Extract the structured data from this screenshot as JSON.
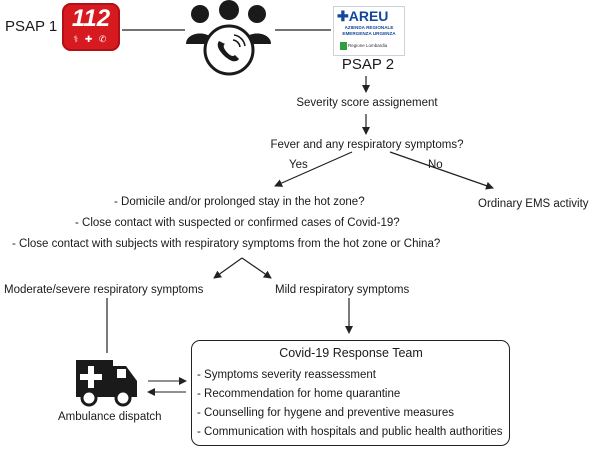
{
  "psap1": {
    "label": "PSAP 1",
    "logo": {
      "number": "112",
      "symbols": "⚕ ✚ ✆",
      "color": "#d71920"
    }
  },
  "psap2": {
    "label": "PSAP 2",
    "logo": {
      "brand": "✚AREU",
      "subtitle": "AZIENDA REGIONALE EMERGENZA URGENZA",
      "region": "Regione Lombardia",
      "color": "#12479b"
    }
  },
  "call_center_icon": "people-with-phone-icon",
  "flow": {
    "step1": "Severity score assignement",
    "question": "Fever and any respiratory symptoms?",
    "yes": "Yes",
    "no": "No",
    "no_outcome": "Ordinary EMS activity",
    "criteria": [
      "- Domicile and/or prolonged stay in the hot zone?",
      "- Close contact with suspected or confirmed cases of Covid-19?",
      "- Close contact with subjects with respiratory symptoms from the hot zone or China?"
    ],
    "branch_left": "Moderate/severe respiratory symptoms",
    "branch_right": "Mild respiratory symptoms"
  },
  "ambulance": {
    "icon": "ambulance-icon",
    "label": "Ambulance dispatch"
  },
  "response_team": {
    "title": "Covid-19 Response Team",
    "items": [
      "- Symptoms severity reassessment",
      "- Recommendation for home quarantine",
      "- Counselling for hygene and preventive measures",
      "- Communication with hospitals and public health authorities"
    ]
  },
  "colors": {
    "line": "#222222",
    "text": "#1a1a1a",
    "icon": "#1a1a1a"
  }
}
